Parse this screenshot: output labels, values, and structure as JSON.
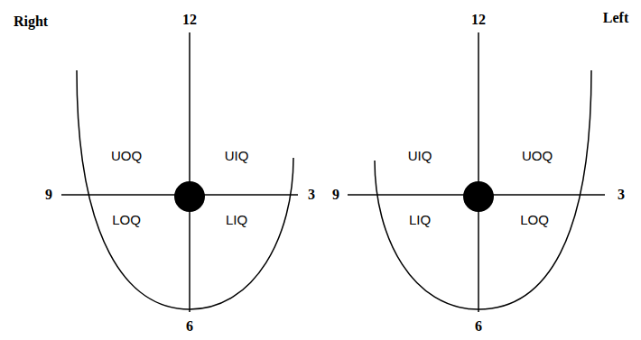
{
  "diagram": {
    "labels": [
      "Right",
      "12",
      "UOQ",
      "UIQ",
      "9",
      "LOQ",
      "LIQ",
      "3",
      "6",
      "12",
      "Left",
      "UIQ",
      "UOQ",
      "9",
      "LIQ",
      "LOQ",
      "3",
      "6"
    ]
  }
}
